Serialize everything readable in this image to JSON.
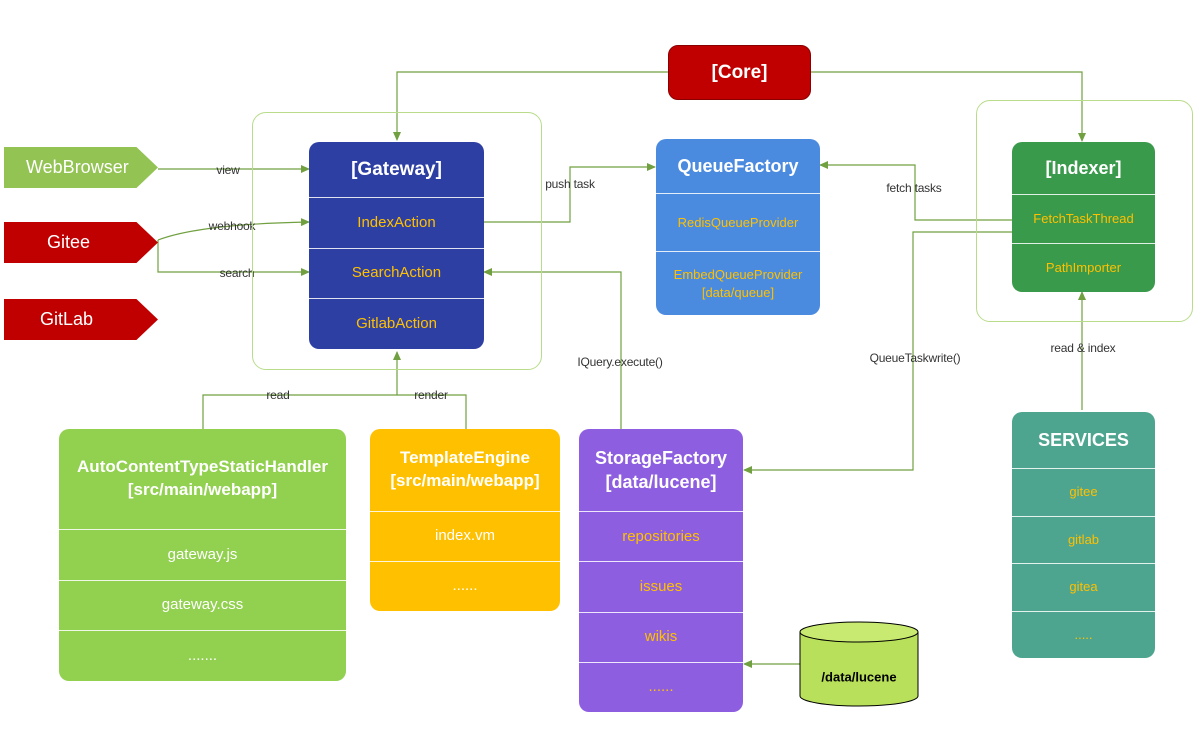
{
  "core": {
    "label": "[Core]",
    "color": "#c00000"
  },
  "sources": [
    {
      "id": "webbrowser",
      "label": "WebBrowser",
      "color": "#92c353"
    },
    {
      "id": "gitee",
      "label": "Gitee",
      "color": "#c00000"
    },
    {
      "id": "gitlab",
      "label": "GitLab",
      "color": "#c00000"
    }
  ],
  "gateway": {
    "title": "[Gateway]",
    "rows": [
      "IndexAction",
      "SearchAction",
      "GitlabAction"
    ],
    "color": "#2e3fa3"
  },
  "queue_factory": {
    "title": "QueueFactory",
    "rows": [
      "RedisQueueProvider",
      "EmbedQueueProvider\n[data/queue]"
    ],
    "color": "#4a8be0"
  },
  "indexer": {
    "title": "[Indexer]",
    "rows": [
      "FetchTaskThread",
      "PathImporter"
    ],
    "color": "#3a9a4b"
  },
  "static_handler": {
    "title": "AutoContentTypeStaticHandler\n[src/main/webapp]",
    "rows": [
      "gateway.js",
      "gateway.css",
      "......."
    ],
    "color": "#92d050"
  },
  "template_engine": {
    "title": "TemplateEngine\n[src/main/webapp]",
    "rows": [
      "index.vm",
      "......"
    ],
    "color": "#ffc000"
  },
  "storage_factory": {
    "title": "StorageFactory\n[data/lucene]",
    "rows": [
      "repositories",
      "issues",
      "wikis",
      "......"
    ],
    "color": "#8e5ee0"
  },
  "services": {
    "title": "SERVICES",
    "rows": [
      "gitee",
      "gitlab",
      "gitea",
      "....."
    ],
    "color": "#4ea58f"
  },
  "lucene_store": {
    "label": "/data/lucene",
    "color": "#b8e05a"
  },
  "edges": {
    "view": "view",
    "webhook": "webhook",
    "search": "search",
    "push_task": "push task",
    "fetch_tasks": "fetch tasks",
    "iquery": "IQuery.execute()",
    "queue_write": "QueueTaskwrite()",
    "read_index": "read & index",
    "read": "read",
    "render": "render"
  },
  "colors": {
    "arrow": "#70a040",
    "row_text_orange": "#ffc000",
    "row_text_white": "#ffffff"
  }
}
